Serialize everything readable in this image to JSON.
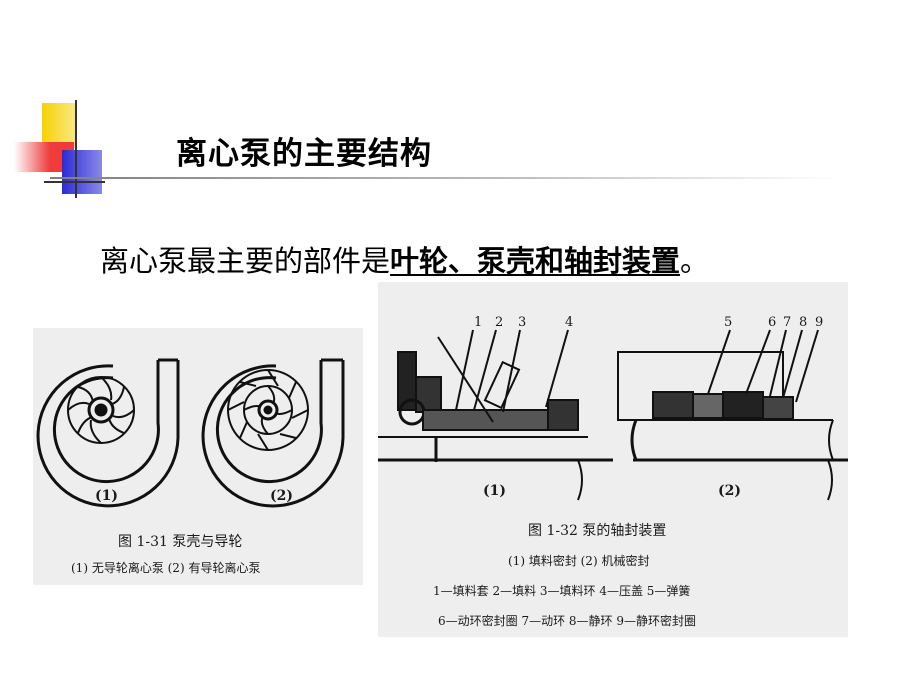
{
  "slide": {
    "title": "离心泵的主要结构",
    "subtitle_plain": "离心泵最主要的部件是",
    "subtitle_emphasis": "叶轮、泵壳和轴封装置",
    "subtitle_end": "。"
  },
  "figure_1_31": {
    "sub_labels": [
      "(1)",
      "(2)"
    ],
    "caption": "图 1-31   泵壳与导轮",
    "legend": "(1) 无导轮离心泵   (2) 有导轮离心泵"
  },
  "figure_1_32": {
    "part_numbers": [
      "1",
      "2",
      "3",
      "4",
      "5",
      "6",
      "7",
      "8",
      "9"
    ],
    "sub_labels": [
      "(1)",
      "(2)"
    ],
    "caption": "图 1-32   泵的轴封装置",
    "legend_line1": "(1) 填料密封   (2) 机械密封",
    "legend_line2": "1—填料套  2—填料  3—填料环  4—压盖  5—弹簧",
    "legend_line3": "6—动环密封圈  7—动环  8—静环  9—静环密封圈"
  },
  "colors": {
    "deco_yellow": "#f5d200",
    "deco_red": "#ee3b3b",
    "deco_blue": "#2b2bd6",
    "figure_background": "#eeeeee"
  }
}
